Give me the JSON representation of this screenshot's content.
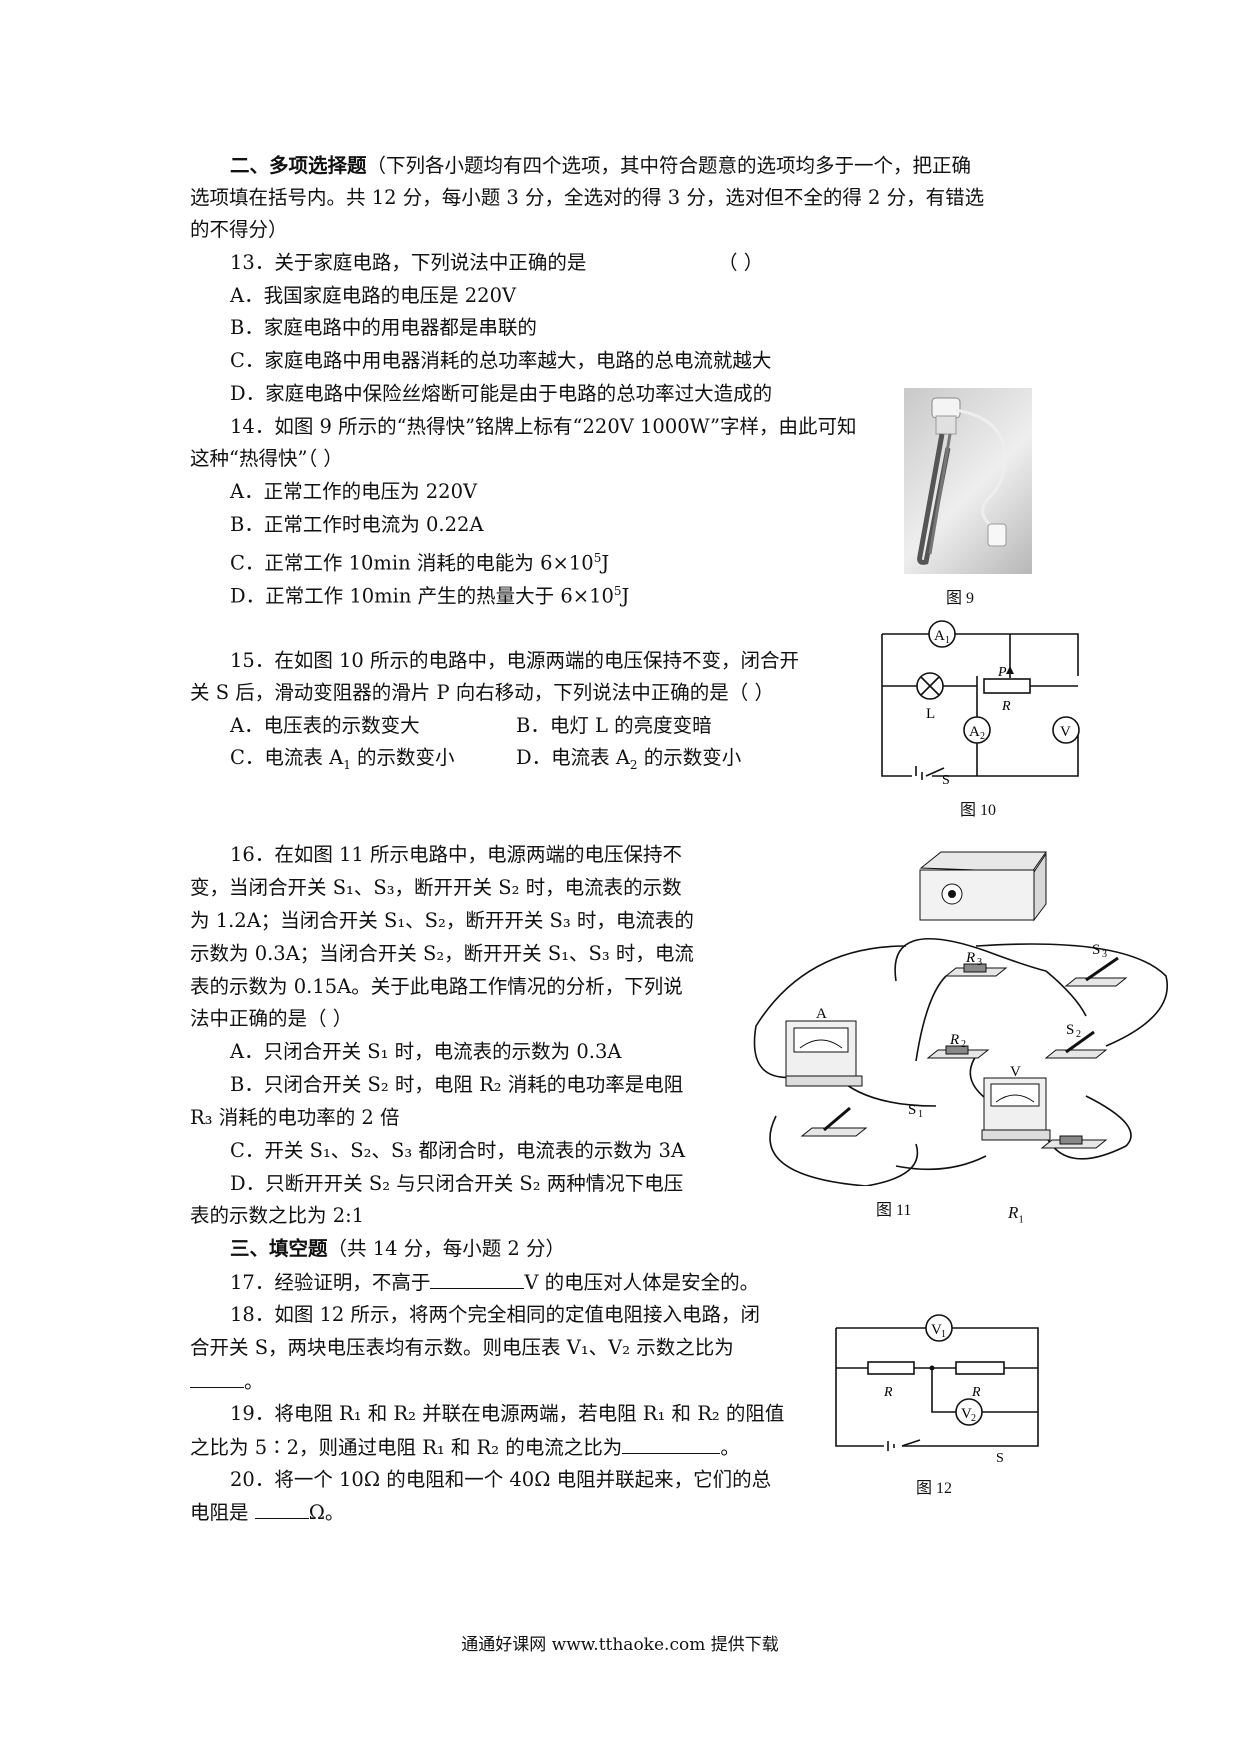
{
  "section2": {
    "title": "二、多项选择题",
    "desc1": "（下列各小题均有四个选项，其中符合题意的选项均多于一个，把正确",
    "desc2": "选项填在括号内。共 12 分，每小题 3 分，全选对的得 3 分，选对但不全的得 2 分，有错选",
    "desc3": "的不得分）"
  },
  "q13": {
    "stem": "13．关于家庭电路，下列说法中正确的是",
    "paren": "（     ）",
    "A": "A．我国家庭电路的电压是 220V",
    "B": "B．家庭电路中的用电器都是串联的",
    "C": "C．家庭电路中用电器消耗的总功率越大，电路的总电流就越大",
    "D": "D．家庭电路中保险丝熔断可能是由于电路的总功率过大造成的"
  },
  "q14": {
    "stem1": "14．如图 9 所示的“热得快”铭牌上标有“220V 1000W”字样，由此可知",
    "stem2": "这种“热得快”（     ）",
    "A": "A．正常工作的电压为 220V",
    "B": "B．正常工作时电流为 0.22A",
    "C_pre": "C．正常工作 10min 消耗的电能为 6×10",
    "C_sup": "5",
    "C_post": "J",
    "D_pre": "D．正常工作 10min 产生的热量大于 6×10",
    "D_sup": "5",
    "D_post": "J",
    "fig": "图 9"
  },
  "q15": {
    "stem1": "15．在如图 10 所示的电路中，电源两端的电压保持不变，闭合开",
    "stem2": "关 S 后，滑动变阻器的滑片 P 向右移动，下列说法中正确的是（       ）",
    "A": "A．电压表的示数变大",
    "B": "B．电灯 L 的亮度变暗",
    "C_pre": "C．电流表 A",
    "C_sub": "1",
    "C_post": " 的示数变小",
    "D_pre": "D．电流表 A",
    "D_sub": "2",
    "D_post": " 的示数变小",
    "fig": "图 10",
    "labels": {
      "A1": "A",
      "A1sub": "1",
      "A2": "A",
      "A2sub": "2",
      "V": "V",
      "L": "L",
      "P": "P",
      "R": "R",
      "S": "S"
    }
  },
  "q16": {
    "l1": "16．在如图 11 所示电路中，电源两端的电压保持不",
    "l2": "变，当闭合开关 S₁、S₃，断开开关 S₂ 时，电流表的示数",
    "l3": "为 1.2A；当闭合开关 S₁、S₂，断开开关 S₃ 时，电流表的",
    "l4": "示数为 0.3A；当闭合开关 S₂，断开开关 S₁、S₃ 时，电流",
    "l5": "表的示数为 0.15A。关于此电路工作情况的分析，下列说",
    "l6": "法中正确的是（     ）",
    "A": "A．只闭合开关 S₁ 时，电流表的示数为 0.3A",
    "B1": "B．只闭合开关 S₂ 时，电阻 R₂ 消耗的电功率是电阻",
    "B2": "R₃ 消耗的电功率的 2 倍",
    "C": "C．开关 S₁、S₂、S₃ 都闭合时，电流表的示数为 3A",
    "D1": "D．只断开开关 S₂ 与只闭合开关 S₂ 两种情况下电压",
    "D2": "表的示数之比为 2:1",
    "fig": "图 11",
    "labels": {
      "R1": "R",
      "R1sub": "1",
      "R2": "R",
      "R2sub": "2",
      "R3": "R",
      "R3sub": "3",
      "S1": "S",
      "S1sub": "1",
      "S2": "S",
      "S2sub": "2",
      "S3": "S",
      "S3sub": "3",
      "A": "A",
      "V": "V"
    }
  },
  "section3": {
    "title": "三、填空题",
    "desc": "（共 14 分，每小题 2 分）"
  },
  "q17": {
    "pre": "17．经验证明，不高于",
    "post": "V 的电压对人体是安全的。"
  },
  "q18": {
    "l1": "18．如图 12 所示，将两个完全相同的定值电阻接入电路，闭",
    "l2": "合开关  S，两块电压表均有示数。则电压表  V₁、V₂ 示数之比为",
    "l3_post": "。",
    "fig": "图 12",
    "labels": {
      "V1": "V",
      "V1sub": "1",
      "V2": "V",
      "V2sub": "2",
      "R": "R",
      "S": "S"
    }
  },
  "q19": {
    "l1": "19．将电阻 R₁ 和 R₂ 并联在电源两端，若电阻 R₁ 和 R₂ 的阻值",
    "l2_pre": "之比为 5∶2，则通过电阻 R₁ 和 R₂ 的电流之比为",
    "l2_post": "。"
  },
  "q20": {
    "l1": "20．将一个 10Ω 的电阻和一个 40Ω 电阻并联起来，它们的总",
    "l2_pre": "电阻是 ",
    "l2_post": "Ω。"
  },
  "footer": "通通好课网  www.tthaoke.com  提供下载"
}
